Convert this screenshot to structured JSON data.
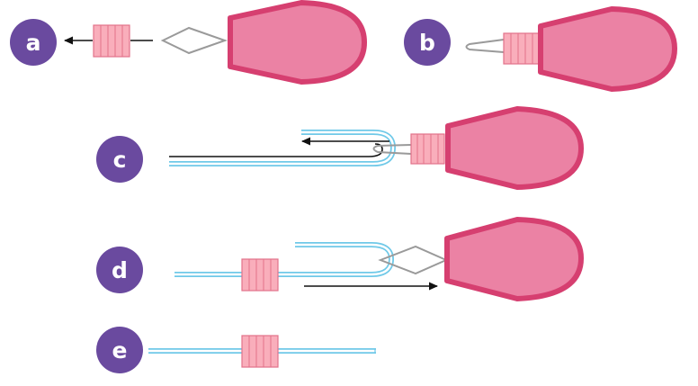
{
  "steps": [
    {
      "id": "a",
      "label": "a"
    },
    {
      "id": "b",
      "label": "b"
    },
    {
      "id": "c",
      "label": "c"
    },
    {
      "id": "d",
      "label": "d"
    },
    {
      "id": "e",
      "label": "e"
    }
  ],
  "colors": {
    "badge": "#6a4a9f",
    "handle_fill": "#eb82a4",
    "handle_stroke": "#d63f70",
    "bead_fill": "#f9aebb",
    "bead_stroke": "#e2728a",
    "wire": "#9a9a9a",
    "thread_outer": "#6fc9e8",
    "thread_inner": "#ffffff",
    "arrow": "#111111"
  },
  "icons": [
    "needle-threader-handle-icon",
    "wire-loop-icon",
    "bead-icon",
    "thread-icon",
    "arrow-icon"
  ]
}
